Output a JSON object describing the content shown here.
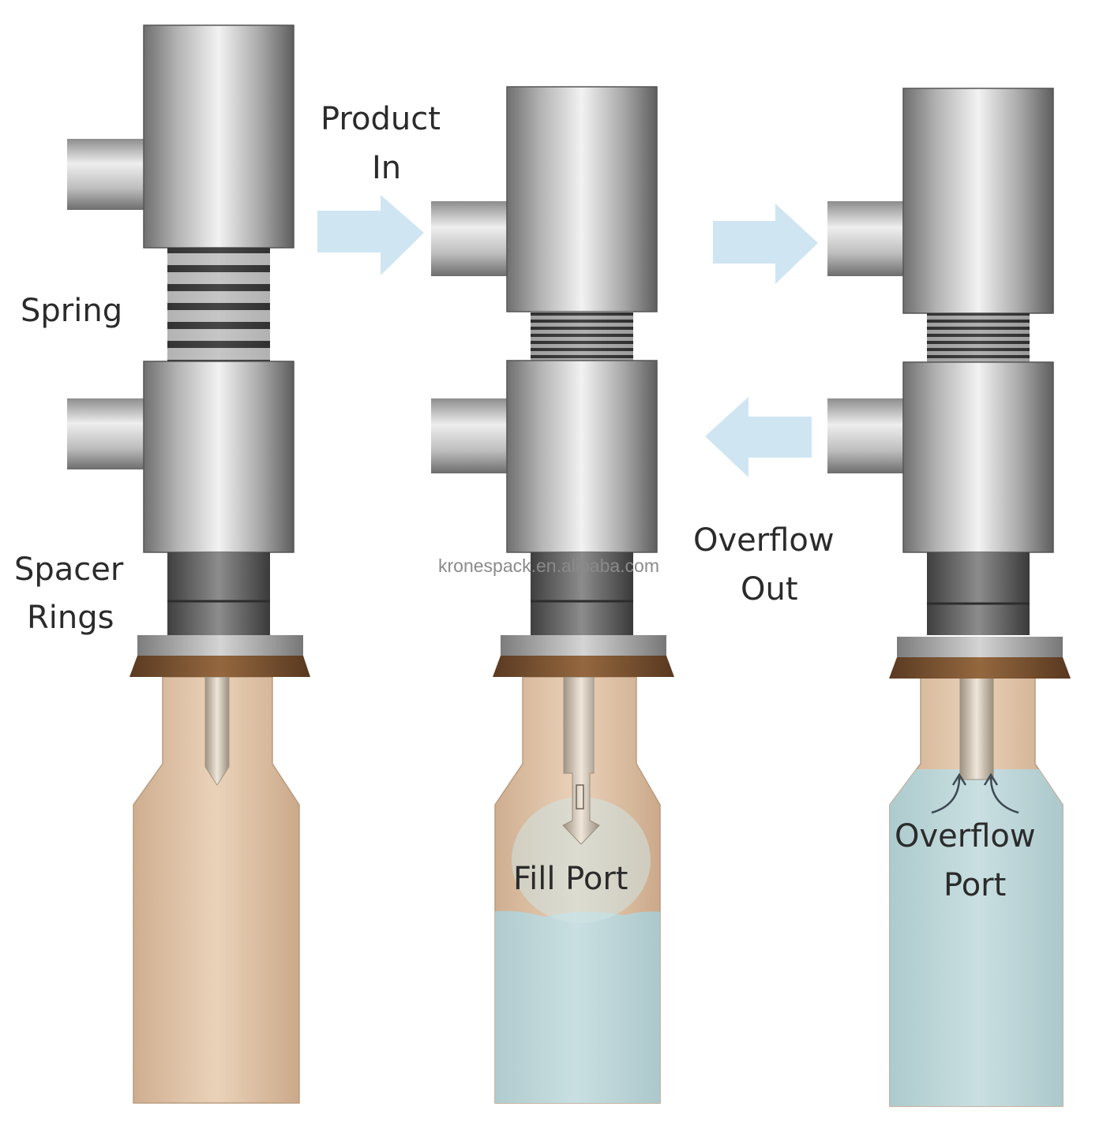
{
  "labels": {
    "spring": "Spring",
    "spacer_line1": "Spacer",
    "spacer_line2": "Rings",
    "product_line1": "Product",
    "product_line2": "In",
    "overflow_out_line1": "Overflow",
    "overflow_out_line2": "Out",
    "fill_port": "Fill Port",
    "overflow_port_line1": "Overflow",
    "overflow_port_line2": "Port"
  },
  "watermark": "kronespack.en.alibaba.com",
  "stages": [
    {
      "id": "stage-1",
      "spring_state": "extended",
      "liquid_level": 0
    },
    {
      "id": "stage-2",
      "spring_state": "compressed",
      "liquid_level": 0.4
    },
    {
      "id": "stage-3",
      "spring_state": "compressed",
      "liquid_level": 0.95
    }
  ],
  "flows": [
    {
      "label": "product-in",
      "direction": "right"
    },
    {
      "label": "product-in",
      "direction": "right"
    },
    {
      "label": "overflow-out",
      "direction": "left"
    }
  ],
  "colors": {
    "metal_light": "#ececec",
    "metal_dark": "#6f6f6f",
    "gasket": "#7a5232",
    "bottle": "#e3c6a9",
    "liquid": "#bcd6d8",
    "arrow": "#cfe5f2",
    "text": "#2b2b2b"
  }
}
